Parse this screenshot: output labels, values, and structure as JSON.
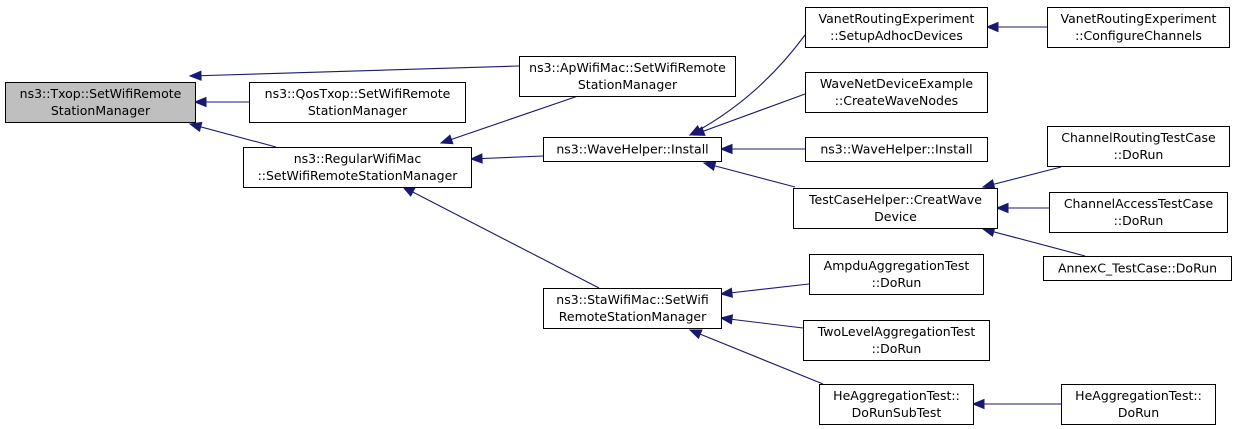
{
  "colors": {
    "edge": "#191970",
    "root_fill": "#bfbfbf",
    "node_fill": "#ffffff",
    "node_border": "#000000"
  },
  "nodes": [
    {
      "id": "txop",
      "lines": [
        "ns3::Txop::SetWifiRemote",
        "StationManager"
      ],
      "highlighted": true
    },
    {
      "id": "qostxop",
      "lines": [
        "ns3::QosTxop::SetWifiRemote",
        "StationManager"
      ]
    },
    {
      "id": "apwifimac",
      "lines": [
        "ns3::ApWifiMac::SetWifiRemote",
        "StationManager"
      ]
    },
    {
      "id": "regularwifimac",
      "lines": [
        "ns3::RegularWifiMac",
        "::SetWifiRemoteStationManager"
      ]
    },
    {
      "id": "stawifimac",
      "lines": [
        "ns3::StaWifiMac::SetWifi",
        "RemoteStationManager"
      ]
    },
    {
      "id": "wavehelper",
      "lines": [
        "ns3::WaveHelper::Install"
      ]
    },
    {
      "id": "vanetsetup",
      "lines": [
        "VanetRoutingExperiment",
        "::SetupAdhocDevices"
      ]
    },
    {
      "id": "vanetconfig",
      "lines": [
        "VanetRoutingExperiment",
        "::ConfigureChannels"
      ]
    },
    {
      "id": "wavenetdevice",
      "lines": [
        "WaveNetDeviceExample",
        "::CreateWaveNodes"
      ]
    },
    {
      "id": "wavehelper2",
      "lines": [
        "ns3::WaveHelper::Install"
      ]
    },
    {
      "id": "testcasehelper",
      "lines": [
        "TestCaseHelper::CreatWave",
        "Device"
      ]
    },
    {
      "id": "channelrouting",
      "lines": [
        "ChannelRoutingTestCase",
        "::DoRun"
      ]
    },
    {
      "id": "channelaccess",
      "lines": [
        "ChannelAccessTestCase",
        "::DoRun"
      ]
    },
    {
      "id": "annexc",
      "lines": [
        "AnnexC_TestCase::DoRun"
      ]
    },
    {
      "id": "ampdu",
      "lines": [
        "AmpduAggregationTest",
        "::DoRun"
      ]
    },
    {
      "id": "twolevel",
      "lines": [
        "TwoLevelAggregationTest",
        "::DoRun"
      ]
    },
    {
      "id": "hesubtest",
      "lines": [
        "HeAggregationTest::",
        "DoRunSubTest"
      ]
    },
    {
      "id": "hedorun",
      "lines": [
        "HeAggregationTest::",
        "DoRun"
      ]
    }
  ],
  "edges": [
    {
      "from": "qostxop",
      "to": "txop"
    },
    {
      "from": "apwifimac",
      "to": "txop"
    },
    {
      "from": "regularwifimac",
      "to": "txop"
    },
    {
      "from": "wavehelper",
      "to": "regularwifimac"
    },
    {
      "from": "apwifimac",
      "to": "regularwifimac"
    },
    {
      "from": "stawifimac",
      "to": "regularwifimac"
    },
    {
      "from": "vanetsetup",
      "to": "wavehelper"
    },
    {
      "from": "wavenetdevice",
      "to": "wavehelper"
    },
    {
      "from": "wavehelper2",
      "to": "wavehelper"
    },
    {
      "from": "testcasehelper",
      "to": "wavehelper"
    },
    {
      "from": "vanetconfig",
      "to": "vanetsetup"
    },
    {
      "from": "channelrouting",
      "to": "testcasehelper"
    },
    {
      "from": "channelaccess",
      "to": "testcasehelper"
    },
    {
      "from": "annexc",
      "to": "testcasehelper"
    },
    {
      "from": "ampdu",
      "to": "stawifimac"
    },
    {
      "from": "twolevel",
      "to": "stawifimac"
    },
    {
      "from": "hesubtest",
      "to": "stawifimac"
    },
    {
      "from": "hedorun",
      "to": "hesubtest"
    }
  ]
}
